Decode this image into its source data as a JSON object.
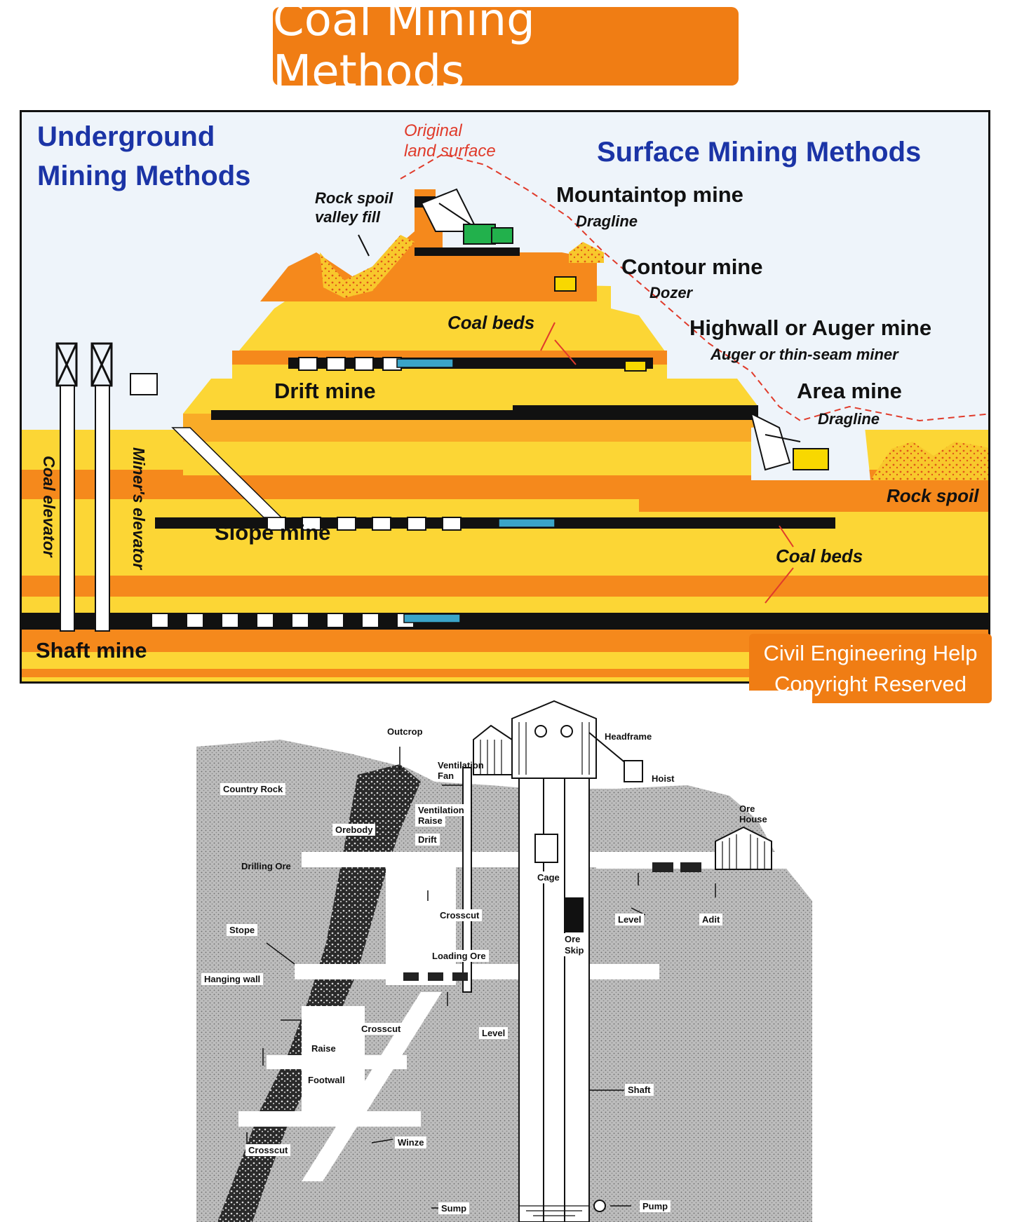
{
  "title": "Coal Mining Methods",
  "top_diagram": {
    "underground_heading_line1": "Underground",
    "underground_heading_line2": "Mining  Methods",
    "surface_heading": "Surface Mining  Methods",
    "original_land_surface_line1": "Original",
    "original_land_surface_line2": "land surface",
    "rock_spoil_valley_fill_line1": "Rock spoil",
    "rock_spoil_valley_fill_line2": "valley fill",
    "mountaintop_mine": "Mountaintop mine",
    "mountaintop_equipment": "Dragline",
    "contour_mine": "Contour mine",
    "contour_equipment": "Dozer",
    "highwall_mine": "Highwall or Auger mine",
    "highwall_equipment": "Auger  or  thin-seam  miner",
    "area_mine": "Area mine",
    "area_equipment": "Dragline",
    "coal_beds_upper": "Coal  beds",
    "coal_beds_lower": "Coal  beds",
    "drift_mine": "Drift mine",
    "slope_mine": "Slope mine",
    "shaft_mine": "Shaft mine",
    "rock_spoil": "Rock spoil",
    "coal_elevator": "Coal elevator",
    "miners_elevator": "Miner's  elevator"
  },
  "watermark": {
    "line1": "Civil Engineering Help",
    "line2": "Copyright Reserved"
  },
  "bottom_diagram": {
    "outcrop": "Outcrop",
    "headframe": "Headframe",
    "ventilation_fan_line1": "Ventilation",
    "ventilation_fan_line2": "Fan",
    "hoist": "Hoist",
    "country_rock": "Country Rock",
    "ventilation_raise_line1": "Ventilation",
    "ventilation_raise_line2": "Raise",
    "orebody": "Orebody",
    "drift": "Drift",
    "ore_house_line1": "Ore",
    "ore_house_line2": "House",
    "drilling_ore": "Drilling Ore",
    "cage": "Cage",
    "crosscut_upper": "Crosscut",
    "level_right": "Level",
    "adit": "Adit",
    "stope": "Stope",
    "ore_skip_line1": "Ore",
    "ore_skip_line2": "Skip",
    "loading_ore": "Loading Ore",
    "hanging_wall": "Hanging wall",
    "crosscut_middle": "Crosscut",
    "level_middle": "Level",
    "raise": "Raise",
    "footwall": "Footwall",
    "shaft": "Shaft",
    "winze": "Winze",
    "crosscut_lower": "Crosscut",
    "sump": "Sump",
    "pump": "Pump"
  },
  "colors": {
    "banner_orange": "#f07d14",
    "heading_blue": "#1b34a6",
    "layer_yellow": "#fcd635",
    "layer_orange": "#f5891c",
    "coal_black": "#111111",
    "annotation_red": "#e03b2b"
  }
}
